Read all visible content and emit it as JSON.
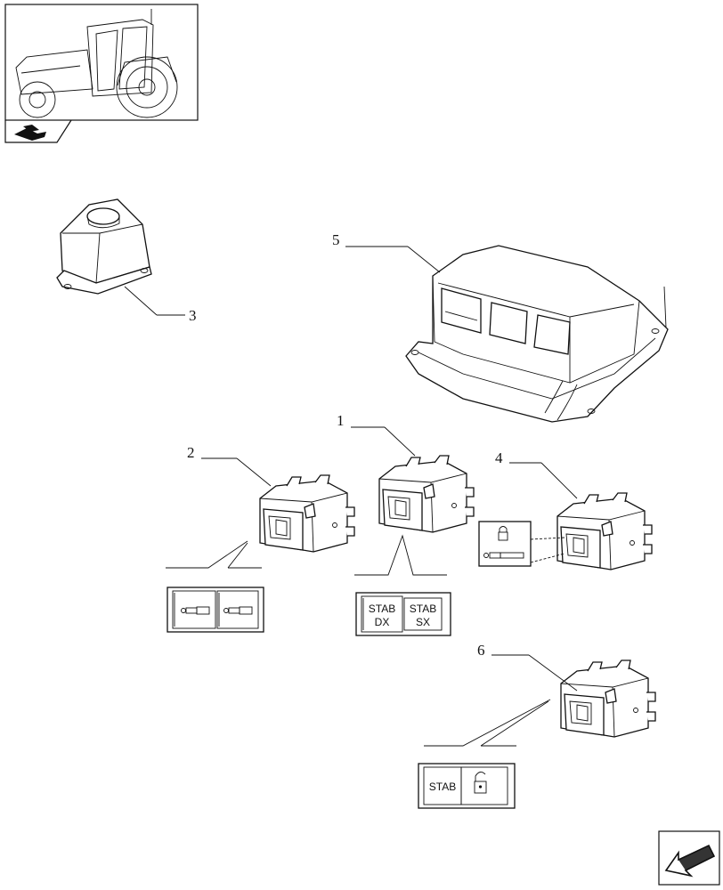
{
  "callouts": [
    {
      "id": "1",
      "label": "1"
    },
    {
      "id": "2",
      "label": "2"
    },
    {
      "id": "3",
      "label": "3"
    },
    {
      "id": "4",
      "label": "4"
    },
    {
      "id": "5",
      "label": "5"
    },
    {
      "id": "6",
      "label": "6"
    }
  ],
  "plates": {
    "stab_dx": [
      "STAB",
      "DX"
    ],
    "stab_sx": [
      "STAB",
      "SX"
    ],
    "stab": "STAB"
  },
  "icons": {
    "tractor_thumbnail": "tractor-icon",
    "book_icon": "book-icon",
    "next_page": "arrow-icon",
    "padlock": "padlock-icon",
    "unlock": "unlock-icon",
    "hydraulic_cylinder": "cylinder-icon"
  }
}
